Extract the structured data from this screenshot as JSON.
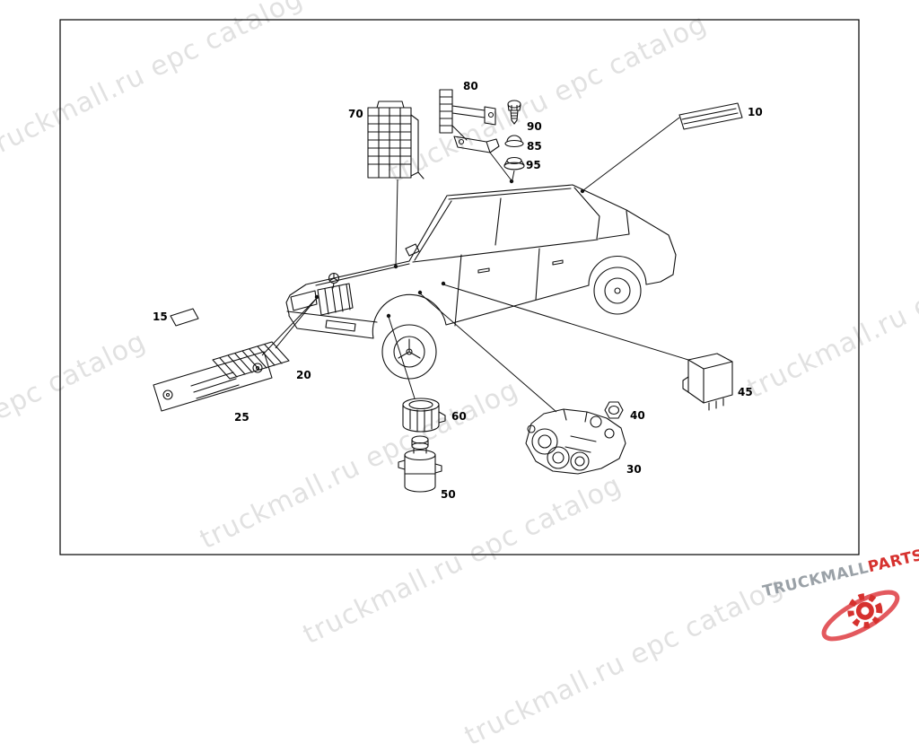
{
  "watermark": {
    "text": "truckmall.ru epc catalog"
  },
  "part_labels": {
    "p10": "10",
    "p15": "15",
    "p20": "20",
    "p25": "25",
    "p30": "30",
    "p40": "40",
    "p45": "45",
    "p50": "50",
    "p60": "60",
    "p70": "70",
    "p80": "80",
    "p85": "85",
    "p90": "90",
    "p95": "95"
  },
  "logo": {
    "brand": "TRUCKMALL",
    "suffix": "PARTS",
    "accent_color": "#d6312e",
    "gray_color": "#9aa1a7"
  },
  "diagram": {
    "frame_color": "#000000",
    "line_color": "#111111",
    "watermark_color": "#d8d8d8"
  }
}
